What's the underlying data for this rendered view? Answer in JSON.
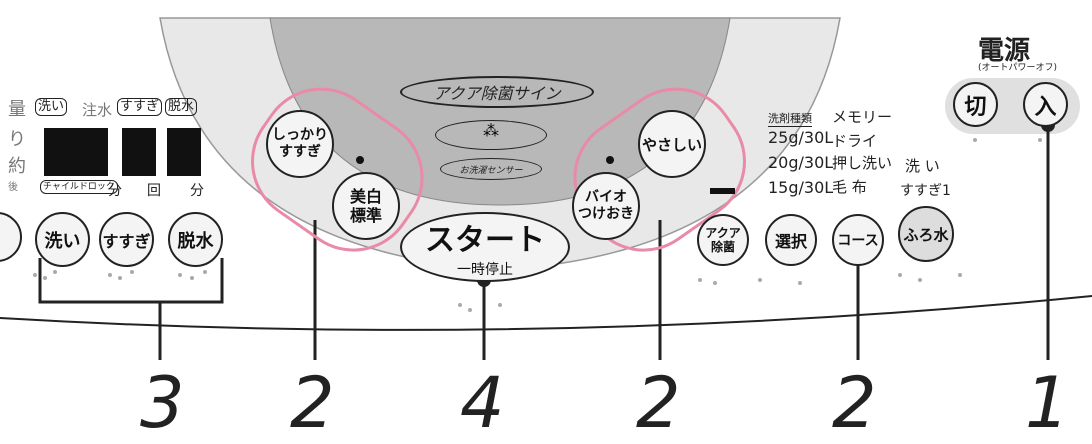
{
  "power": {
    "title": "電源",
    "subtitle": "(オートパワーオフ)",
    "off_label": "切",
    "on_label": "入"
  },
  "left_panel": {
    "side_chars": [
      "量",
      "り",
      "約",
      "後"
    ],
    "mode_labels": [
      "洗い",
      "注水",
      "すすぎ",
      "脱水"
    ],
    "child_lock_label": "チャイルドロック",
    "unit_labels": [
      "分",
      "回",
      "分"
    ],
    "buttons": [
      "洗い",
      "すすぎ",
      "脱水"
    ]
  },
  "center": {
    "aqua_sign": "アクア除菌サイン",
    "sensor_label": "お洗濯センサー",
    "start_label": "スタート",
    "pause_label": "一時停止",
    "left_course_1": "しっかり\nすすぎ",
    "left_course_2": "美白\n標準",
    "right_course_1": "やさしい",
    "right_course_2": "バイオ\nつけおき"
  },
  "right_panel": {
    "detergent_header": "洗剤種類",
    "detergent_amounts": [
      "25g/30L",
      "20g/30L",
      "15g/30L"
    ],
    "course_list": [
      "メモリー",
      "ドライ",
      "押し洗い",
      "毛 布"
    ],
    "furo_labels": [
      "洗 い",
      "すすぎ1"
    ],
    "aqua_button": "アクア\n除菌",
    "select_button": "選択",
    "course_button": "コース",
    "furo_button": "ふろ水"
  },
  "callouts": [
    "3",
    "2",
    "4",
    "2",
    "2",
    "1"
  ]
}
